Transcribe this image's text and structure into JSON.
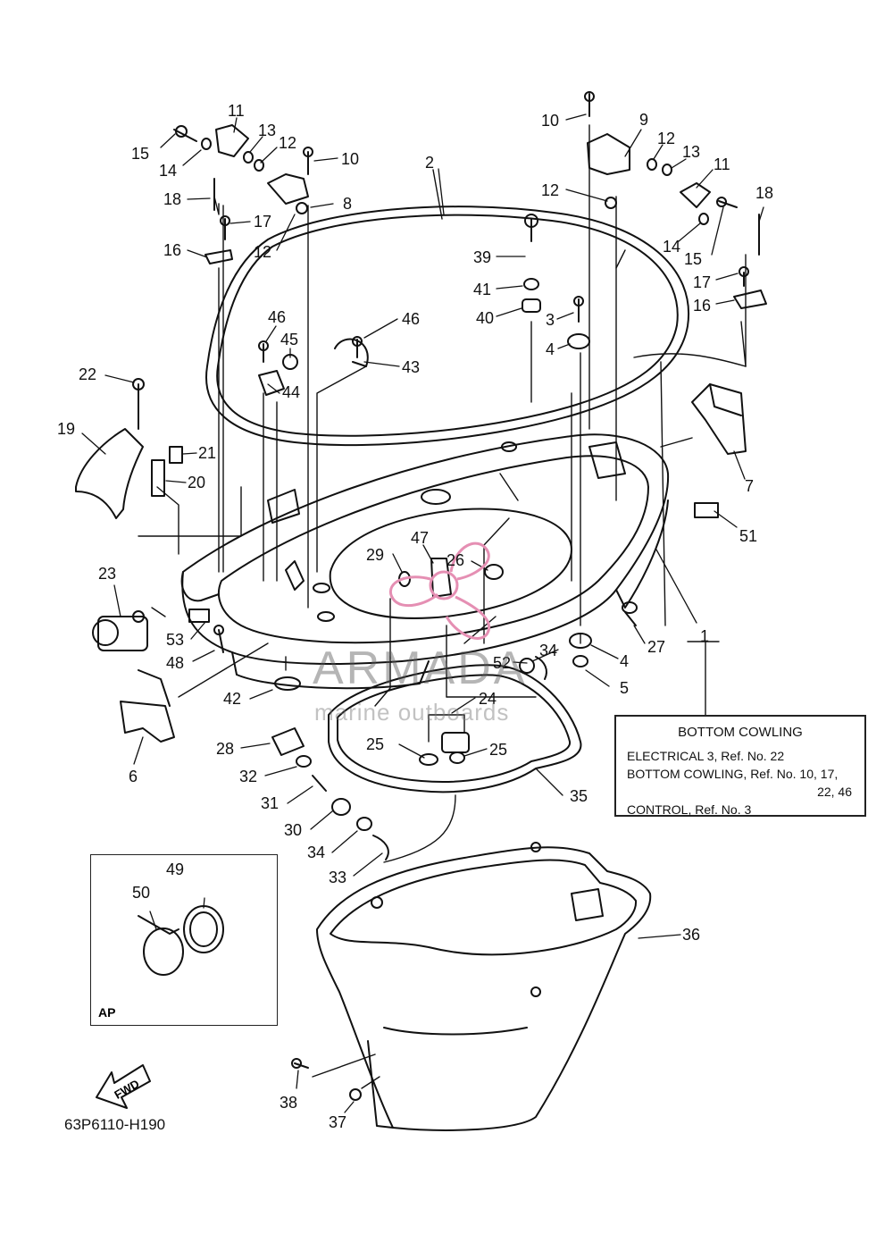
{
  "diagram": {
    "part_code": "63P6110-H190",
    "fwd_label": "FWD",
    "ap_label": "AP",
    "watermark": {
      "brand": "ARMADA",
      "tagline": "marine outboards",
      "logo_color": "#e58fb3"
    },
    "reference_box": {
      "title": "BOTTOM COWLING",
      "line1": "ELECTRICAL 3,  Ref. No. 22",
      "line2": "BOTTOM COWLING,  Ref. No. 10, 17,",
      "line3": "22, 46",
      "line4": "CONTROL,  Ref. No. 3"
    },
    "callouts": {
      "c1": "1",
      "c2": "2",
      "c3": "3",
      "c4a": "4",
      "c4b": "4",
      "c5": "5",
      "c6": "6",
      "c7": "7",
      "c8": "8",
      "c9": "9",
      "c10a": "10",
      "c10b": "10",
      "c11a": "11",
      "c11b": "11",
      "c12a": "12",
      "c12b": "12",
      "c12c": "12",
      "c12d": "12",
      "c13a": "13",
      "c13b": "13",
      "c14a": "14",
      "c14b": "14",
      "c15a": "15",
      "c15b": "15",
      "c16a": "16",
      "c16b": "16",
      "c17a": "17",
      "c17b": "17",
      "c18a": "18",
      "c18b": "18",
      "c19": "19",
      "c20": "20",
      "c21": "21",
      "c22": "22",
      "c23": "23",
      "c24": "24",
      "c25a": "25",
      "c25b": "25",
      "c26": "26",
      "c27": "27",
      "c28": "28",
      "c29": "29",
      "c30": "30",
      "c31": "31",
      "c32": "32",
      "c33": "33",
      "c34a": "34",
      "c34b": "34",
      "c35": "35",
      "c36": "36",
      "c37": "37",
      "c38": "38",
      "c39": "39",
      "c40": "40",
      "c41": "41",
      "c42": "42",
      "c43": "43",
      "c44": "44",
      "c45": "45",
      "c46a": "46",
      "c46b": "46",
      "c47": "47",
      "c48": "48",
      "c49": "49",
      "c50": "50",
      "c51": "51",
      "c52": "52",
      "c53": "53"
    }
  }
}
